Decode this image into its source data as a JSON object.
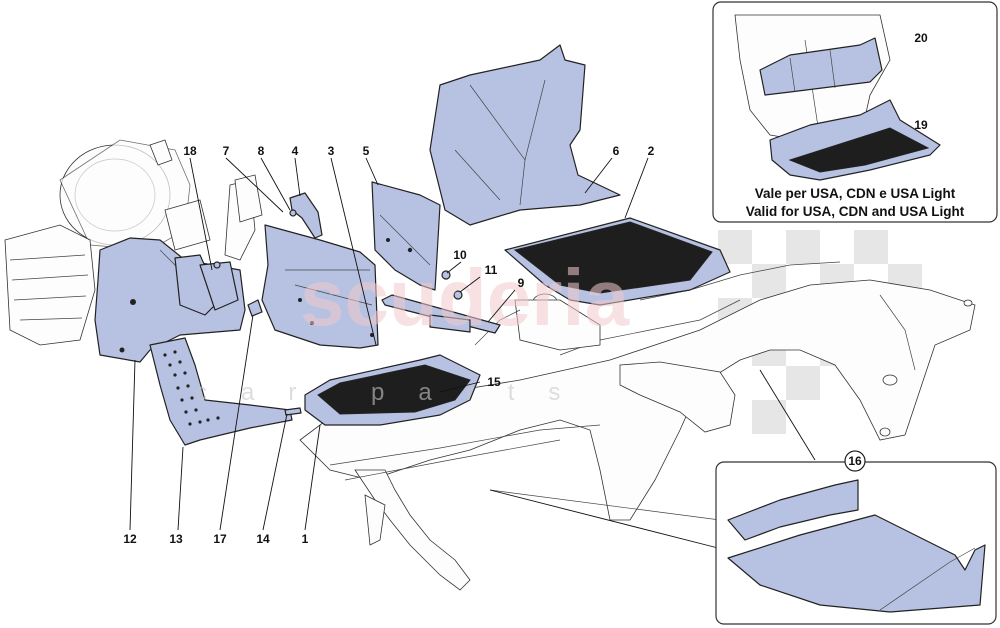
{
  "callouts": {
    "c18": "18",
    "c7": "7",
    "c8": "8",
    "c4": "4",
    "c3": "3",
    "c5": "5",
    "c6": "6",
    "c2": "2",
    "c10": "10",
    "c11": "11",
    "c9": "9",
    "c15": "15",
    "c12": "12",
    "c13": "13",
    "c17": "17",
    "c14": "14",
    "c1": "1",
    "c20": "20",
    "c19": "19",
    "c16": "16"
  },
  "inset_top": {
    "line_it": "Vale per USA, CDN e USA Light",
    "line_en": "Valid for USA, CDN and USA Light"
  },
  "watermark": {
    "brand": "scuderia",
    "sub": "car parts"
  },
  "colors": {
    "part_fill": "#b7c2e2",
    "mat": "#1e1e1e",
    "outline": "#222222",
    "watermark": "#f1c9cc"
  }
}
